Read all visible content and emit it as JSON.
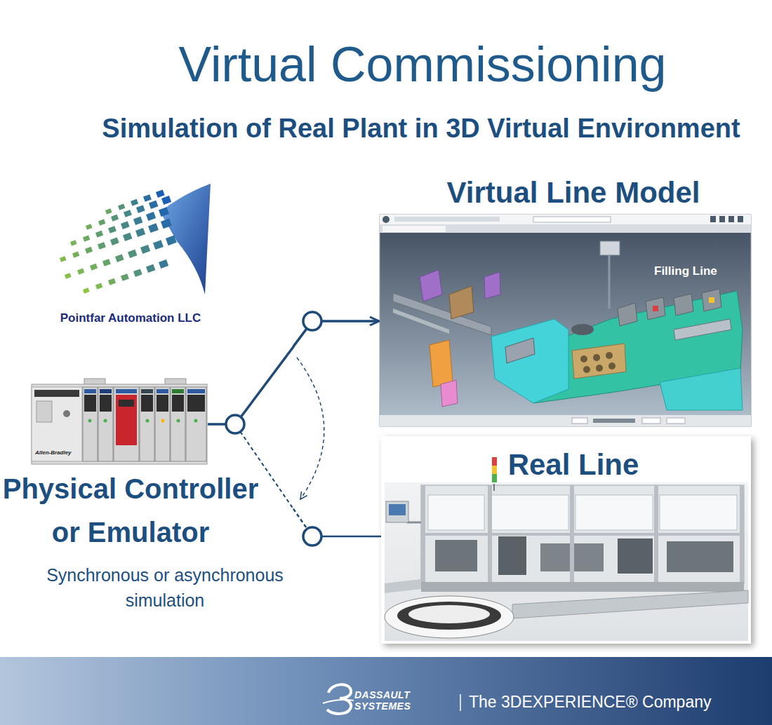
{
  "diagram": {
    "title": "Virtual Commissioning",
    "nodes": [
      {
        "text": [
          "Physical Controller or Emulator",
          "Synchronous or asynchronous simulation"
        ]
      },
      {
        "text": [
          "Virtual Line Model",
          "Filling Line"
        ]
      },
      {
        "text": [
          "Real Line"
        ]
      }
    ],
    "edges": [
      {
        "from": 0,
        "to": 1,
        "arrow": "to"
      },
      {
        "from": 0,
        "to": 2,
        "arrow": "none"
      }
    ],
    "labels": [
      "Simulation of Real Plant in 3D Virtual Environment",
      "Pointfar Automation LLC",
      "DASSAULT SYSTEMES",
      "The 3DEXPERIENCE® Company",
      "Allen-Bradley"
    ]
  }
}
